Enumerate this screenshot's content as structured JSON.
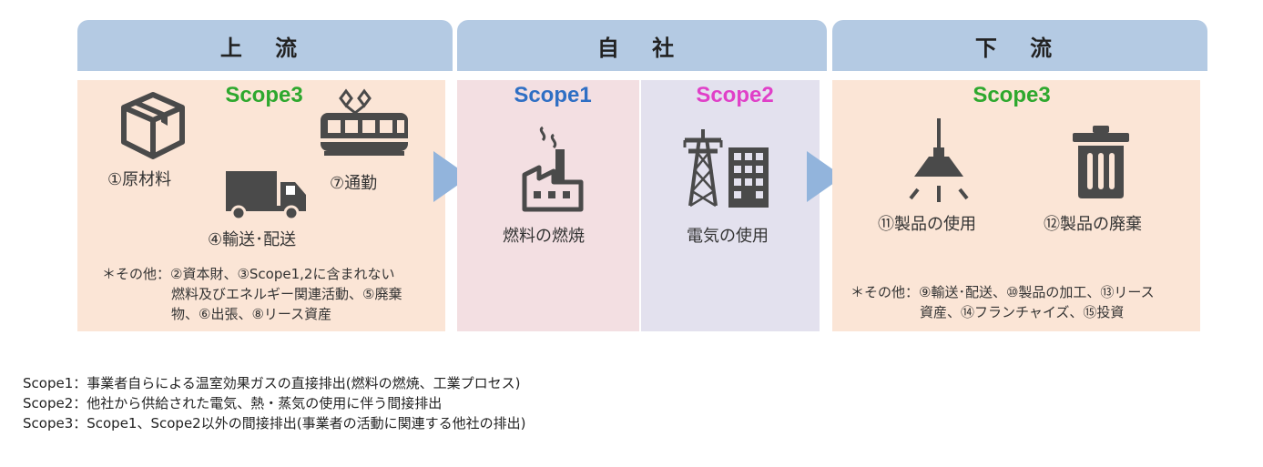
{
  "headers": {
    "upstream": "上 流",
    "company": "自 社",
    "downstream": "下 流"
  },
  "upstream": {
    "scope": "Scope3",
    "items": {
      "raw_materials": "①原材料",
      "commuting": "⑦通勤",
      "transport": "④輸送･配送"
    },
    "note_lines": [
      "＊その他：②資本財、③Scope1,2に含まれない",
      "燃料及びエネルギー関連活動、⑤廃棄",
      "物、⑥出張、⑧リース資産"
    ]
  },
  "company": {
    "scope1": {
      "label": "Scope1",
      "item": "燃料の燃焼",
      "color": "#2f6fc4"
    },
    "scope2": {
      "label": "Scope2",
      "item": "電気の使用",
      "color": "#e040c8"
    }
  },
  "downstream": {
    "scope": "Scope3",
    "items": {
      "product_use": "⑪製品の使用",
      "disposal": "⑫製品の廃棄"
    },
    "note_lines": [
      "＊その他：⑨輸送･配送、⑩製品の加工、⑬リース",
      "資産、⑭フランチャイズ、⑮投資"
    ]
  },
  "legend": [
    "Scope1：事業者自らによる温室効果ガスの直接排出(燃料の燃焼、工業プロセス)",
    "Scope2：他社から供給された電気、熱・蒸気の使用に伴う間接排出",
    "Scope3：Scope1、Scope2以外の間接排出(事業者の活動に関連する他社の排出)"
  ],
  "colors": {
    "header_bg": "#b4cae3",
    "upstream_bg": "#fbe5d6",
    "scope1_bg": "#f3dfe2",
    "scope2_bg": "#e3e1ee",
    "scope3_text": "#2ea82e",
    "icon": "#4a4a4a",
    "arrow": "#92b4dc"
  }
}
